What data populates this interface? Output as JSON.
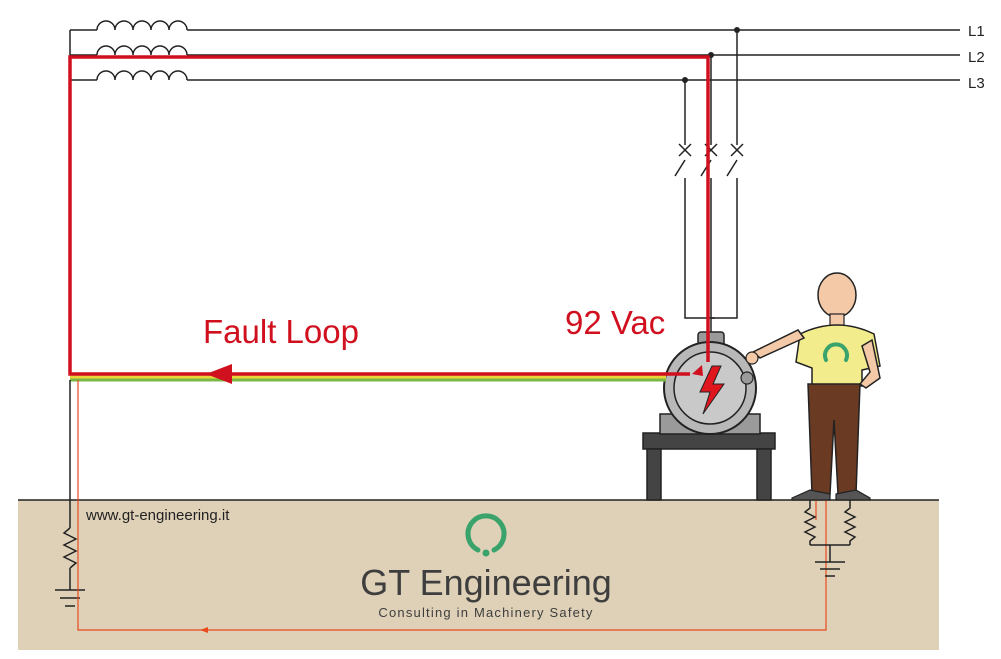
{
  "lines": {
    "l1": "L1",
    "l2": "L2",
    "l3": "L3"
  },
  "labels": {
    "fault_loop": "Fault Loop",
    "voltage": "92 Vac",
    "website": "www.gt-engineering.it"
  },
  "brand": {
    "name": "GT Engineering",
    "tagline": "Consulting in Machinery Safety"
  },
  "colors": {
    "fault_loop": "#d0101f",
    "ground_fill": "#dfd1b8",
    "earth_conductor_yellow": "#e8d33a",
    "earth_conductor_green": "#7bb843",
    "motor_gray": "#b8b8b8",
    "current_path": "#e84a1e",
    "logo_green": "#3aa36b",
    "shirt": "#f2ec8c",
    "trousers": "#6b3a22"
  },
  "icons": {
    "coils": "inductor-coil-icon",
    "breaker": "circuit-breaker-icon",
    "motor": "motor-icon",
    "lightning": "lightning-bolt-icon",
    "earth": "earth-ground-icon",
    "resistor": "resistor-icon",
    "person": "person-icon",
    "logo": "gt-logo-icon"
  }
}
